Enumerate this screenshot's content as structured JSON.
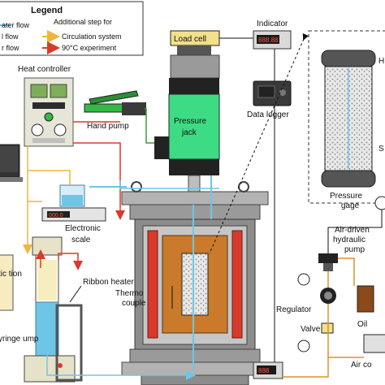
{
  "legend": {
    "title": "Legend",
    "items": [
      {
        "label": "ater flow",
        "color": "#6ec6e6"
      },
      {
        "label": "l flow",
        "color": "#3a9d3a"
      },
      {
        "label": "r flow",
        "color": "#e0902a"
      }
    ],
    "extra_header": "Additional step for",
    "extra_items": [
      {
        "label": "Circulation system",
        "color": "#f2b53a"
      },
      {
        "label": "90°C experiment",
        "color": "#d93a2b"
      }
    ]
  },
  "labels": {
    "load_cell": "Load cell",
    "indicator": "Indicator",
    "heat_controller": "Heat controller",
    "hand_pump": "Hand pump",
    "pressure_jack": "Pressure jack",
    "data_logger": "Data logger",
    "electronic_scale": "Electronic scale",
    "ribbon_heater": "Ribbon heater",
    "thermo_couple": "Thermo couple",
    "pressure_gage": "Pressure gage",
    "air_driven_pump": "Air-driven hydraulic pump",
    "regulator": "Regulator",
    "valve": "Valve",
    "oil": "Oil",
    "air_comp": "Air co",
    "syringe_pump": "yringe ump",
    "circ_tion": "tic tion",
    "sample_h": "H",
    "sample_s": "S"
  },
  "displays": {
    "indicator_reading": "888.88",
    "scale_reading": "000.0",
    "bottom_reading": "888"
  },
  "colors": {
    "water": "#6ec6e6",
    "circulation": "#f2b53a",
    "heating": "#d93a2b",
    "oil": "#3a9d3a",
    "air": "#e0902a",
    "jack": "#3ddc84",
    "vessel": "#8c8c8c",
    "core": "#c97a2b"
  }
}
